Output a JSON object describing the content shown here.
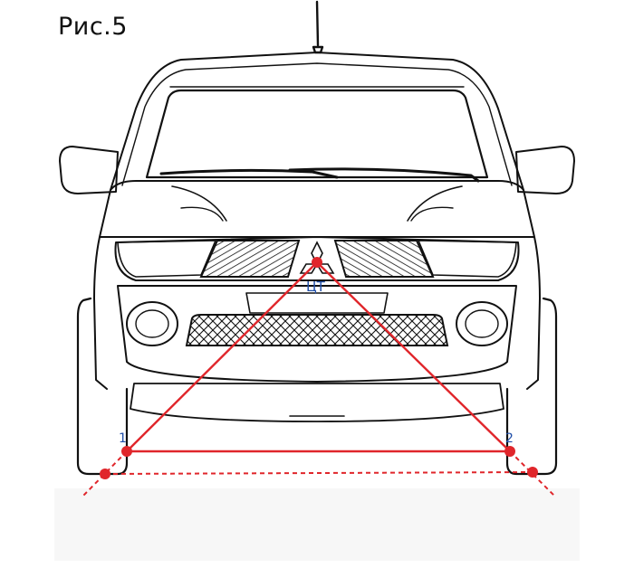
{
  "figure": {
    "caption": "Рис.5"
  },
  "points": {
    "center": {
      "label": "ЦТ"
    },
    "p1": {
      "label": "1"
    },
    "p2": {
      "label": "2"
    }
  },
  "colors": {
    "line": "#111111",
    "construction": "#e0262b",
    "label": "#1f4ea8",
    "background": "#ffffff"
  }
}
